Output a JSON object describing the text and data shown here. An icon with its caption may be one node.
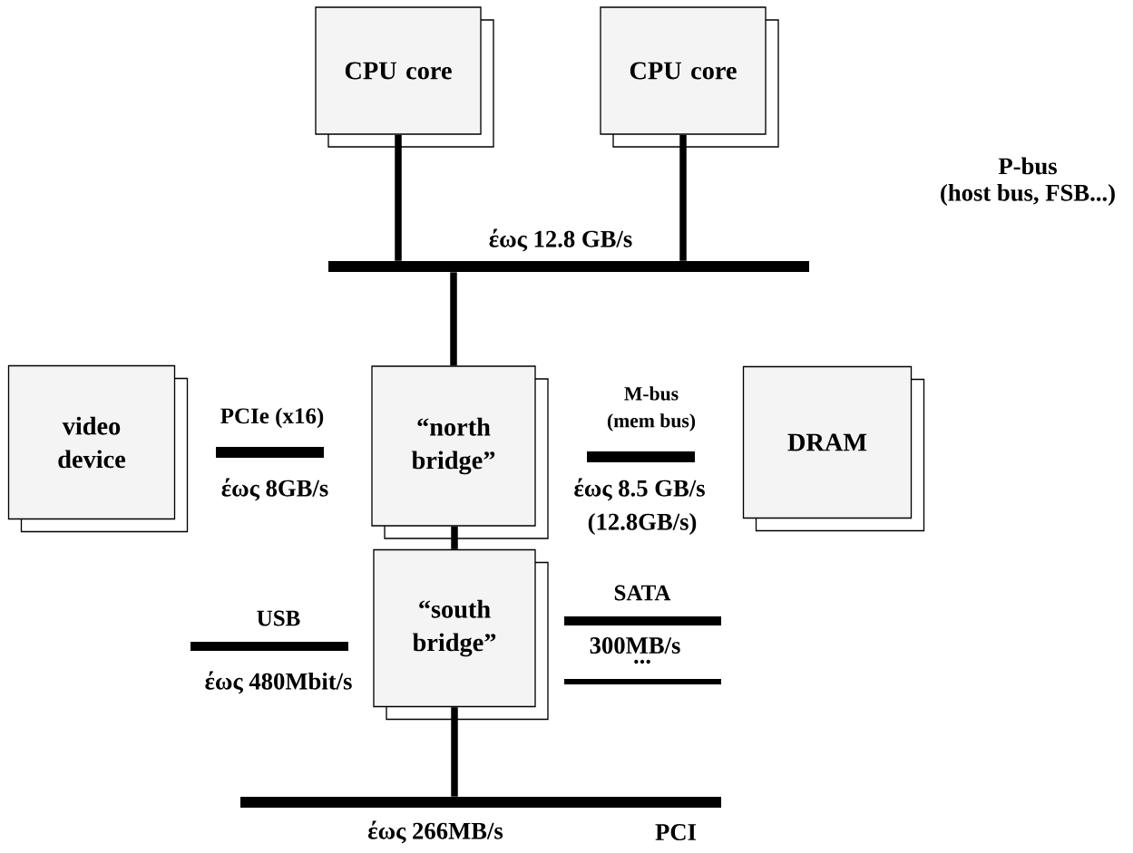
{
  "diagram": {
    "nodes": [
      {
        "text": [
          "CPU core"
        ]
      },
      {
        "text": [
          "CPU core"
        ]
      },
      {
        "text": [],
        "shape": "bar",
        "beside": [
          "έως 12.8 GB/s",
          "P-bus",
          "(host bus, FSB...)"
        ]
      },
      {
        "text": [
          "video device"
        ]
      },
      {
        "text": [],
        "shape": "bar",
        "beside": [
          "PCIe (x16)",
          "έως 8GB/s"
        ]
      },
      {
        "text": [
          "“north bridge”"
        ]
      },
      {
        "text": [],
        "shape": "bar",
        "beside": [
          "M-bus",
          "(mem bus)",
          "έως 8.5 GB/s",
          "(12.8GB/s)"
        ]
      },
      {
        "text": [
          "DRAM"
        ]
      },
      {
        "text": [
          "“south bridge”"
        ]
      },
      {
        "text": [],
        "shape": "bar",
        "beside": [
          "USB",
          "έως 480Mbit/s"
        ]
      },
      {
        "text": [],
        "shape": "bar",
        "beside": [
          "SATA",
          "300MB/s"
        ]
      },
      {
        "text": [],
        "shape": "bar",
        "beside": [
          "..."
        ]
      },
      {
        "text": [],
        "shape": "bar",
        "beside": [
          "έως 266MB/s",
          "PCI"
        ]
      }
    ],
    "edges": [
      {
        "from": 0,
        "to": 2,
        "arrow": "none"
      },
      {
        "from": 1,
        "to": 2,
        "arrow": "none"
      },
      {
        "from": 2,
        "to": 5,
        "arrow": "none"
      },
      {
        "from": 5,
        "to": 8,
        "arrow": "none"
      },
      {
        "from": 8,
        "to": 12,
        "arrow": "none"
      }
    ]
  }
}
